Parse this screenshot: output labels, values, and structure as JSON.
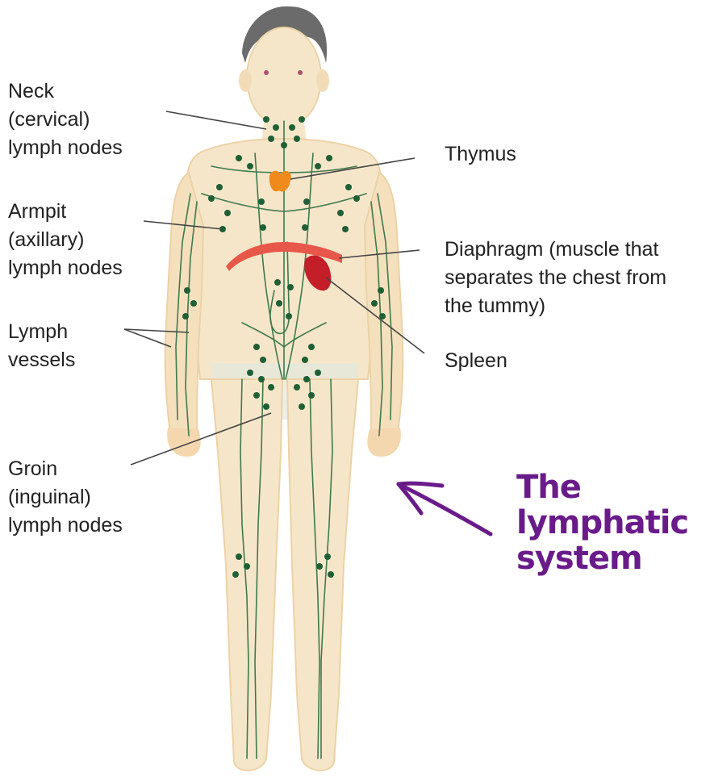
{
  "labels": {
    "neck": [
      "Neck",
      "(cervical)",
      "lymph nodes"
    ],
    "armpit": [
      "Armpit",
      "(axillary)",
      "lymph nodes"
    ],
    "vessels": [
      "Lymph",
      "vessels"
    ],
    "groin": [
      "Groin",
      "(inguinal)",
      "lymph nodes"
    ],
    "thymus": [
      "Thymus"
    ],
    "diaphragm": [
      "Diaphragm (muscle that",
      "separates the chest from",
      "the tummy)"
    ],
    "spleen": [
      "Spleen"
    ]
  },
  "title": [
    "The",
    "lymphatic",
    "system"
  ],
  "colors": {
    "skin": "#f6e6c9",
    "skin_edge": "#ecd2a6",
    "vessel": "#3f7a4e",
    "node": "#1f5f35",
    "thymus": "#f08a1c",
    "diaphragm": "#e8584a",
    "spleen": "#c41e28",
    "hair": "#6b6b6b",
    "title": "#6a1b8a",
    "leader": "#444444"
  }
}
